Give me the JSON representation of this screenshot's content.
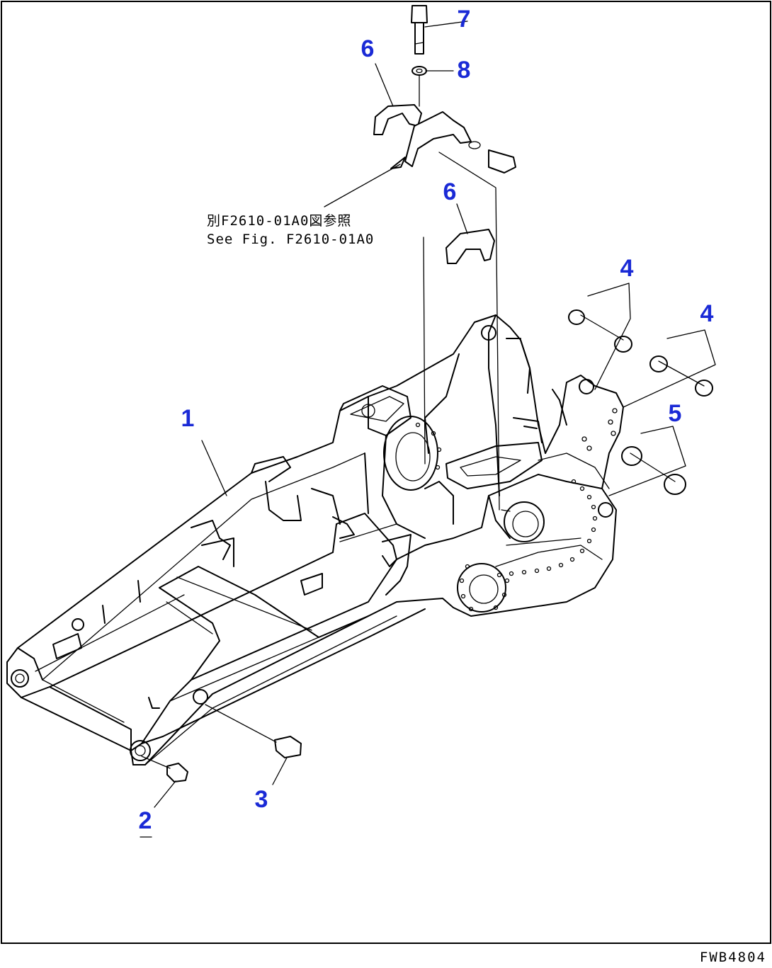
{
  "colors": {
    "callout": "#1a2ad6",
    "line": "#000000"
  },
  "callouts": {
    "c1": "1",
    "c2": "2",
    "c3": "3",
    "c4a": "4",
    "c4b": "4",
    "c5": "5",
    "c6a": "6",
    "c6b": "6",
    "c7": "7",
    "c8": "8"
  },
  "note": {
    "jp": "別F2610-01A0図参照",
    "en": "See Fig. F2610-01A0"
  },
  "drawing_code": "FWB4804"
}
